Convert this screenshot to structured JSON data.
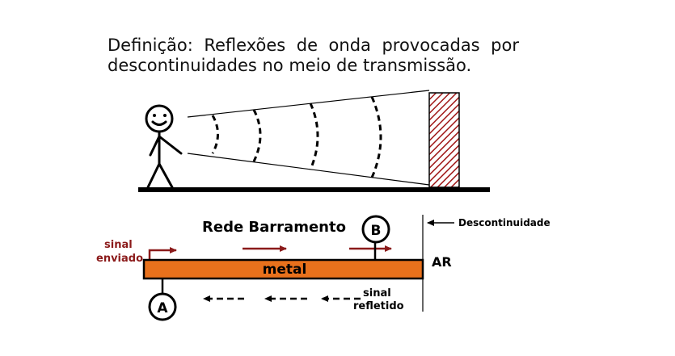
{
  "definition": "Definição: Reflexões de onda provocadas por descontinuidades no meio de transmissão.",
  "bus": {
    "title": "Rede Barramento",
    "medium_label": "metal",
    "node_a": "A",
    "node_b": "B",
    "discontinuity": "Descontinuidade",
    "air": "AR",
    "sent_line1": "sinal",
    "sent_line2": "enviado",
    "reflected_line1": "sinal",
    "reflected_line2": "refletido"
  },
  "colors": {
    "medium_fill": "#e8711c",
    "sent_arrow": "#8b1a1a",
    "sent_label": "#8b1a1a",
    "wall_hatch": "#a01818",
    "ink": "#000000"
  }
}
